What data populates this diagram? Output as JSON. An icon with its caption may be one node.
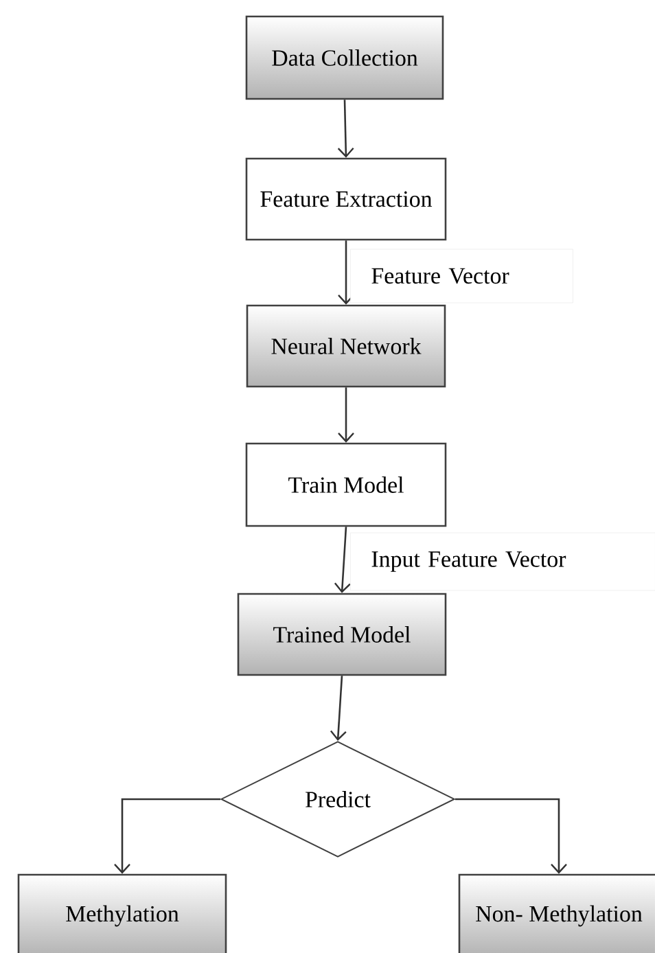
{
  "diagram": {
    "nodes": [
      {
        "text": [
          "Data Collection"
        ]
      },
      {
        "text": [
          "Feature Extraction"
        ]
      },
      {
        "text": [
          "Neural Network"
        ]
      },
      {
        "text": [
          "Train Model"
        ]
      },
      {
        "text": [
          "Trained Model"
        ]
      },
      {
        "text": [
          "Predict"
        ]
      },
      {
        "text": [
          "Methylation"
        ]
      },
      {
        "text": [
          "Non- Methylation"
        ]
      }
    ],
    "edges": [
      {
        "from": 0,
        "to": 1,
        "arrow": "to"
      },
      {
        "from": 1,
        "to": 2,
        "arrow": "to",
        "label": "Feature Vector"
      },
      {
        "from": 2,
        "to": 3,
        "arrow": "to"
      },
      {
        "from": 3,
        "to": 4,
        "arrow": "to",
        "label": "Input Feature Vector"
      },
      {
        "from": 4,
        "to": 5,
        "arrow": "to"
      },
      {
        "from": 5,
        "to": 6,
        "arrow": "to"
      },
      {
        "from": 5,
        "to": 7,
        "arrow": "to"
      }
    ]
  }
}
